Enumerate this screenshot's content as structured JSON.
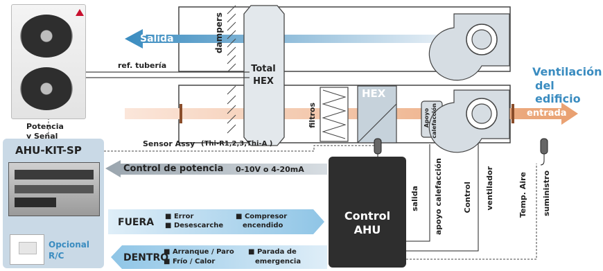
{
  "title": {
    "line1": "Ventilación",
    "line2": "del edificio"
  },
  "outdoor_unit": {
    "ref_label": "ref. tubería",
    "power_label_1": "Potencia",
    "power_label_2": "y Señal"
  },
  "ducts": {
    "salida": "Salida",
    "entrada": "entrada",
    "dampers": "dampers",
    "total_hex_1": "Total",
    "total_hex_2": "HEX",
    "filtros": "filtros",
    "hex": "HEX",
    "apoyo_1": "Apoyo",
    "apoyo_2": "calefacción"
  },
  "sensor": {
    "label": "Sensor Assy",
    "detail": "(Thi-R1,2,3,Thi-A )"
  },
  "kit": {
    "title": "AHU-KIT-SP",
    "optional_1": "Opcional",
    "optional_2": "R/C"
  },
  "control_potencia": {
    "label": "Control de potencia",
    "detail": "0-10V o 4-20mA"
  },
  "fuera": {
    "label": "FUERA",
    "items": [
      "Error",
      "Desescarche",
      "Compresor",
      "encendido"
    ]
  },
  "dentro": {
    "label": "DENTRO",
    "items": [
      "Arranque / Paro",
      "Frío / Calor",
      "Parada de",
      "emergencia"
    ]
  },
  "control": {
    "line1": "Control",
    "line2": "AHU"
  },
  "vertical_labels": {
    "salida": "salida",
    "apoyo": "apoyo calefacción",
    "control": "Control",
    "ventilador": "ventilador",
    "temp": "Temp. Aire",
    "suministro": "suministro"
  },
  "colors": {
    "accent_blue": "#3a8cc0",
    "orange": "#e9a070",
    "dark": "#2e2e2e",
    "panel": "#c9d9e6"
  }
}
